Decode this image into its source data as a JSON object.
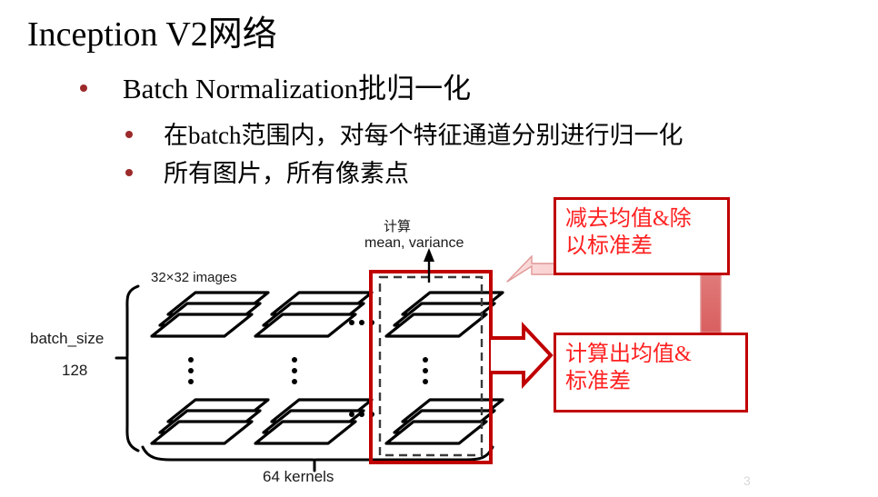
{
  "slide": {
    "title": "Inception V2网络",
    "page_number": "3"
  },
  "bullets": [
    {
      "level": 1,
      "text": "Batch Normalization批归一化"
    },
    {
      "level": 2,
      "text": "在batch范围内，对每个特征通道分别进行归一化"
    },
    {
      "level": 2,
      "text": "所有图片，所有像素点"
    }
  ],
  "diagram": {
    "label_images": "32×32 images",
    "label_compute_cn": "计算",
    "label_compute_en": "mean, variance",
    "label_batch_size": "batch_size",
    "label_batch_count": "128",
    "label_kernels": "64 kernels",
    "ellipsis": "⋮",
    "ellipsis_h": "•••"
  },
  "annotations": {
    "top_box_line1": "减去均值&除",
    "top_box_line2": "以标准差",
    "bottom_box_line1": "计算出均值&",
    "bottom_box_line2": "标准差"
  },
  "colors": {
    "red_outline": "#c00000",
    "red_text": "#ff2020",
    "pink_arrow_light": "#fbdada",
    "pink_arrow_dark": "#e06666",
    "bullet": "#9c2a2a",
    "diagram_stroke": "#000000"
  }
}
